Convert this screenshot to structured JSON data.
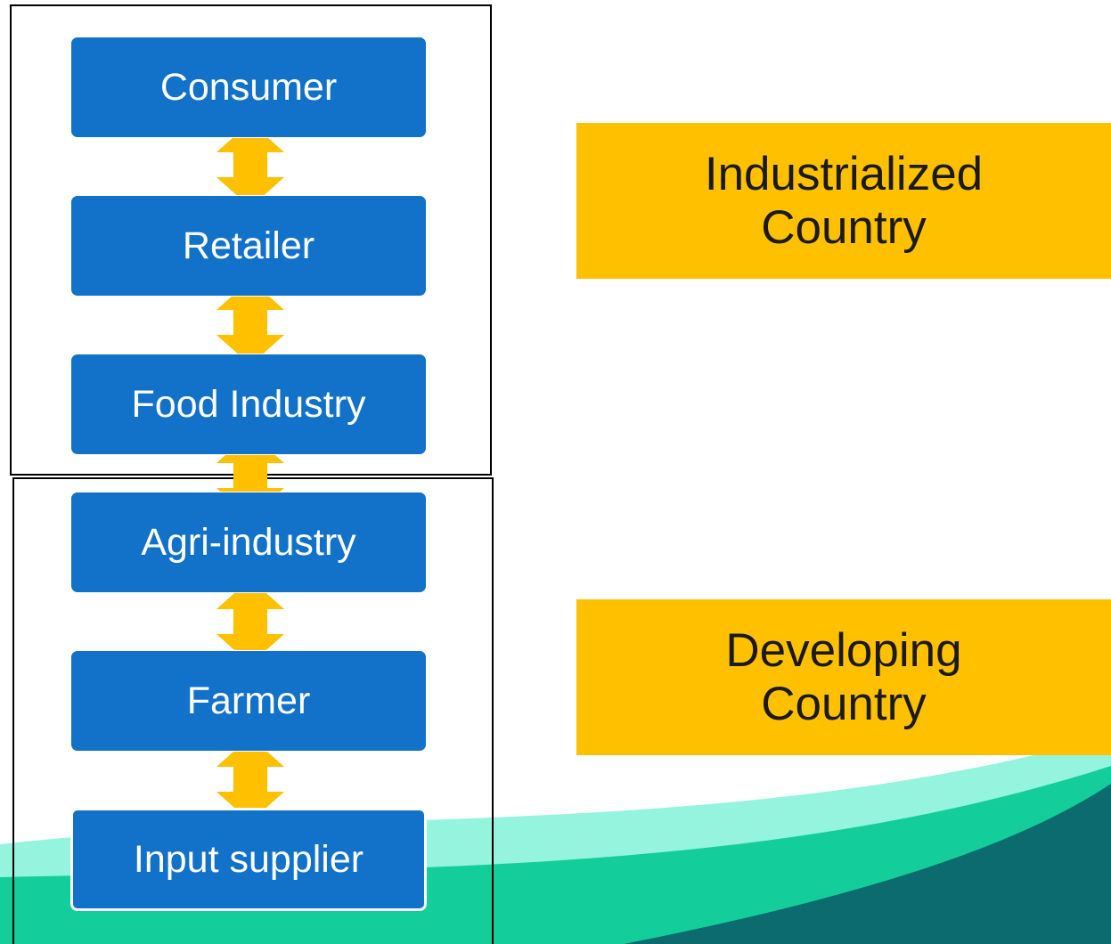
{
  "diagram": {
    "nodes": [
      {
        "label": "Consumer"
      },
      {
        "label": "Retailer"
      },
      {
        "label": "Food Industry"
      },
      {
        "label": "Agri-industry"
      },
      {
        "label": "Farmer"
      },
      {
        "label": "Input supplier"
      }
    ],
    "groups": {
      "industrialized": {
        "line1": "Industrialized",
        "line2": "Country"
      },
      "developing": {
        "line1": "Developing",
        "line2": "Country"
      }
    }
  },
  "colors": {
    "node_fill": "#1271c8",
    "arrow": "#ffc000",
    "label_fill": "#ffc000",
    "wave_light": "#94f4de",
    "wave_mid": "#13ce9a",
    "wave_dark": "#0b6b6f"
  }
}
